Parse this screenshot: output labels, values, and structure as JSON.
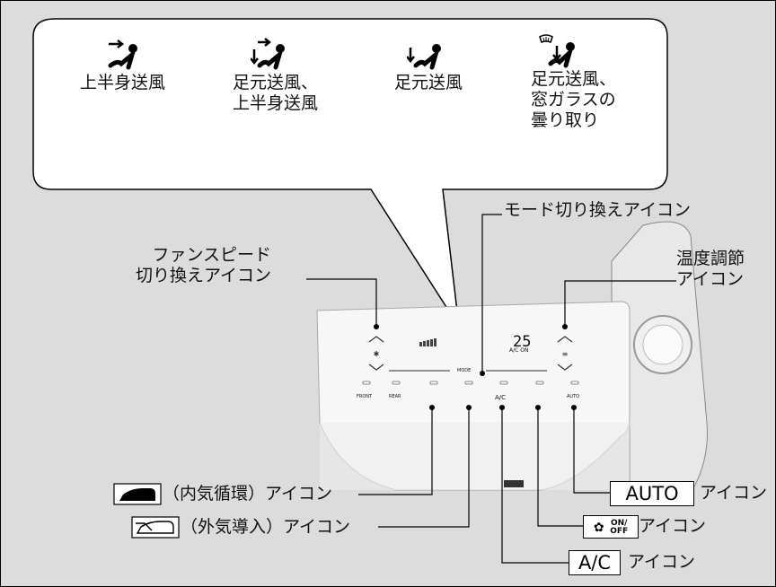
{
  "modes": [
    {
      "icon": "upper-body-airflow-icon",
      "label": "上半身送風"
    },
    {
      "icon": "feet-upper-body-airflow-icon",
      "label": "足元送風、\n上半身送風"
    },
    {
      "icon": "feet-airflow-icon",
      "label": "足元送風"
    },
    {
      "icon": "feet-defrost-airflow-icon",
      "label": "足元送風、\n窓ガラスの\n曇り取り"
    }
  ],
  "labels": {
    "mode_switch": "モード切り換えアイコン",
    "fan_speed": "ファンスピード\n切り換えアイコン",
    "temperature": "温度調節\nアイコン",
    "recirculation": "（内気循環）アイコン",
    "fresh_air": "（外気導入）アイコン",
    "auto_box": "AUTO",
    "auto_suffix": "アイコン",
    "fan_onoff_suffix": "アイコン",
    "fan_onoff_on": "ON/",
    "fan_onoff_off": "OFF",
    "ac_box": "A/C",
    "ac_suffix": "アイコン"
  },
  "panel": {
    "ac_on_text": "A/C ON",
    "temperature_value": "25",
    "mode_small": "MODE",
    "buttons": [
      "FRONT",
      "REAR",
      "recirculation-icon",
      "fresh-air-icon",
      "A/C",
      "fan-on-off-icon",
      "AUTO"
    ]
  },
  "colors": {
    "background": "#dcdcdc",
    "panel": "#f6f6f6",
    "line": "#000000"
  }
}
